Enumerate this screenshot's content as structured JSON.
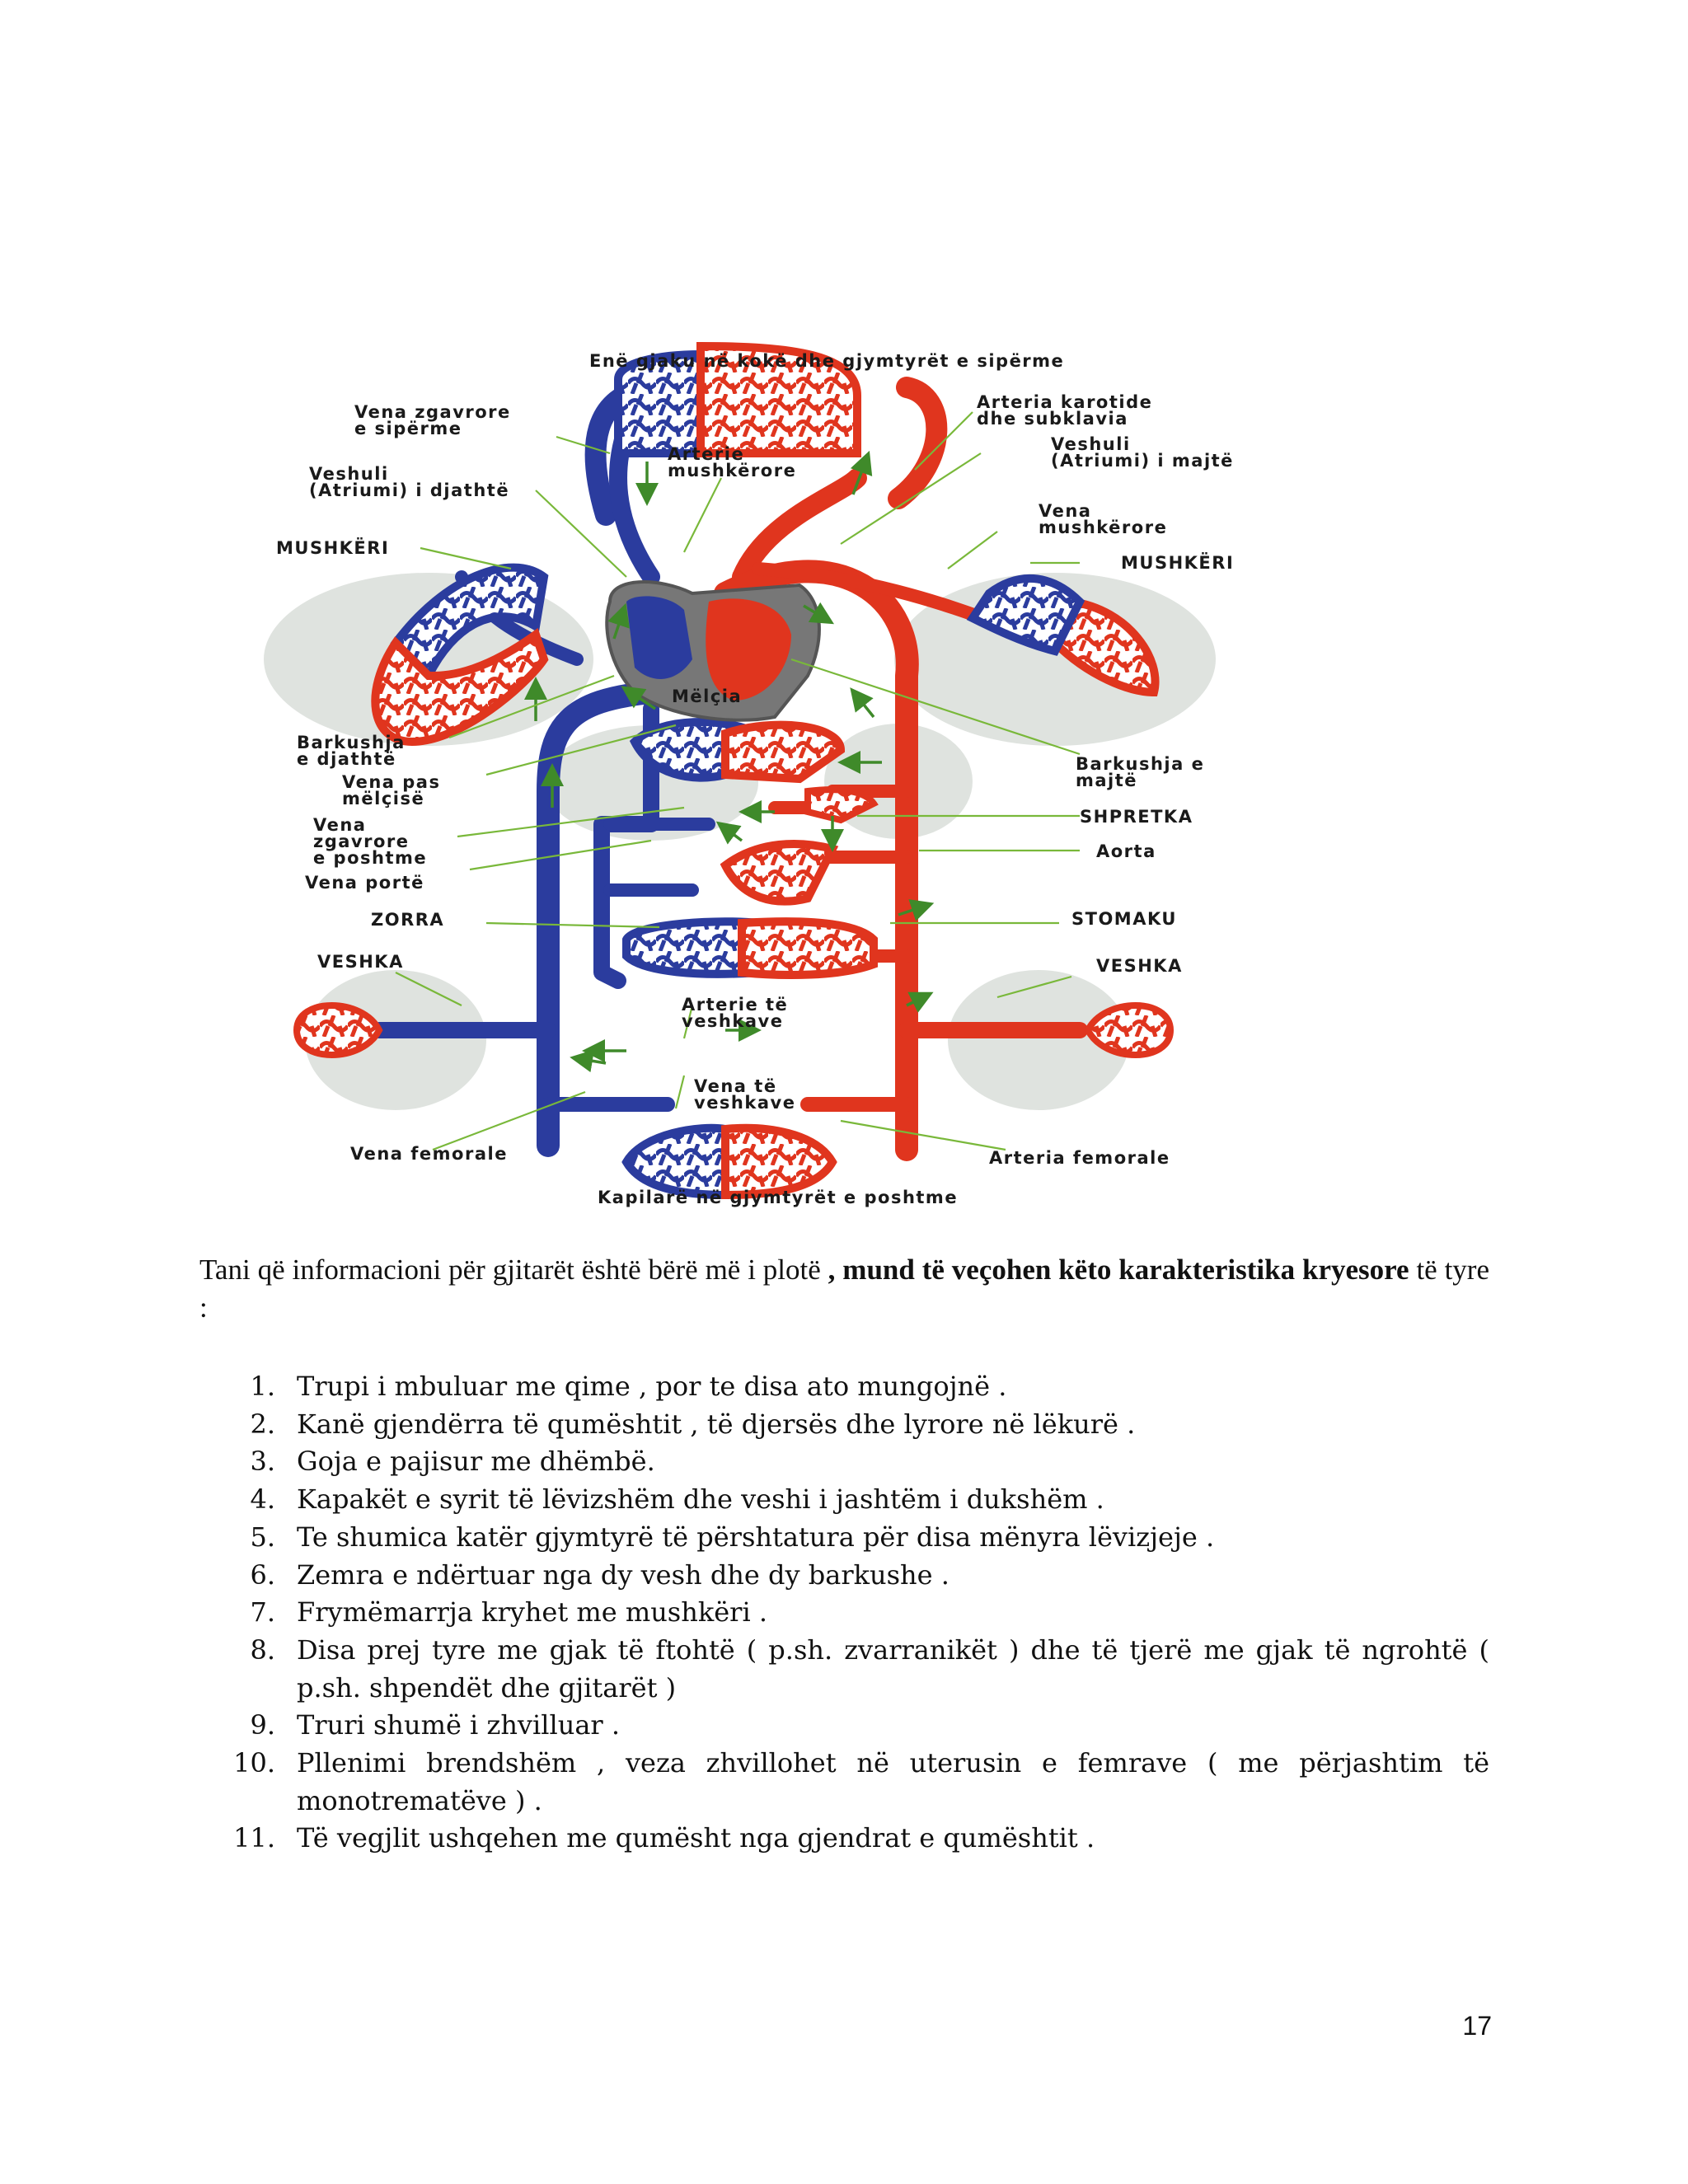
{
  "diagram": {
    "labels": {
      "head_limbs": "Enë gjaku në kokë dhe gjymtyrët e sipërme",
      "sup_vena_cava_1": "Vena zgavrore",
      "sup_vena_cava_2": "e sipërme",
      "carotid_1": "Arteria karotide",
      "carotid_2": "dhe subklavia",
      "pulm_artery_1": "Arterie",
      "pulm_artery_2": "mushkërore",
      "left_atrium_1": "Veshuli",
      "left_atrium_2": "(Atriumi) i majtë",
      "right_atrium_1": "Veshuli",
      "right_atrium_2": "(Atriumi) i djathtë",
      "pulm_vein_1": "Vena",
      "pulm_vein_2": "mushkërore",
      "lung_left": "MUSHKËRI",
      "lung_right": "MUSHKËRI",
      "liver": "Mëlçia",
      "right_ventricle_1": "Barkushja",
      "right_ventricle_2": "e djathtë",
      "left_ventricle_1": "Barkushja e",
      "left_ventricle_2": "majtë",
      "hepatic_vein_1": "Vena pas",
      "hepatic_vein_2": "mëlçisë",
      "spleen": "SHPRETKA",
      "inf_vena_cava_1": "Vena",
      "inf_vena_cava_2": "zgavrore",
      "inf_vena_cava_3": "e poshtme",
      "aorta": "Aorta",
      "portal_vein": "Vena portë",
      "intestine": "ZORRA",
      "stomach": "STOMAKU",
      "kidney_left": "VESHKA",
      "kidney_right": "VESHKA",
      "renal_artery_1": "Arterie të",
      "renal_artery_2": "veshkave",
      "renal_vein_1": "Vena të",
      "renal_vein_2": "veshkave",
      "femoral_vein": "Vena femorale",
      "femoral_artery": "Arteria femorale",
      "lower_capillaries": "Kapilarë në gjymtyrët e poshtme"
    },
    "colors": {
      "vein": "#2b3c9e",
      "artery": "#e0351e",
      "organ_shadow": "#d9ddd9",
      "leader": "#79b83a"
    }
  },
  "intro": {
    "plain": "Tani që informacioni për gjitarët është bërë më i plotë ",
    "bold_1": ", mund të veçohen këto karakteristika kryesore",
    "tail": " të tyre  :"
  },
  "traits": [
    {
      "num": "1.",
      "text": "Trupi i mbuluar me qime , por te disa ato mungojnë ."
    },
    {
      "num": "2.",
      "text": "Kanë gjendërra të qumështit , të djersës dhe lyrore në lëkurë ."
    },
    {
      "num": "3.",
      "text": "Goja e pajisur me dhëmbë."
    },
    {
      "num": "4.",
      "text": "Kapakët e syrit të lëvizshëm dhe veshi i jashtëm i dukshëm ."
    },
    {
      "num": "5.",
      "text": "Te shumica katër gjymtyrë të përshtatura për disa mënyra lëvizjeje ."
    },
    {
      "num": "6.",
      "text": "Zemra e ndërtuar nga dy vesh dhe dy barkushe ."
    },
    {
      "num": "7.",
      "text": "Frymëmarrja kryhet me mushkëri ."
    },
    {
      "num": "8.",
      "text": "Disa prej tyre me gjak të ftohtë ( p.sh. zvarranikët ) dhe të tjerë me gjak të ngrohtë ( p.sh. shpendët dhe gjitarët )"
    },
    {
      "num": "9.",
      "text": "Truri shumë i zhvilluar ."
    },
    {
      "num": "10.",
      "text": "Pllenimi brendshëm  , veza zhvillohet në uterusin e femrave  (  me përjashtim të monotrematëve ) ."
    },
    {
      "num": "11.",
      "text": "Të vegjlit ushqehen me qumësht nga gjendrat e qumështit ."
    }
  ],
  "page_number": "17"
}
